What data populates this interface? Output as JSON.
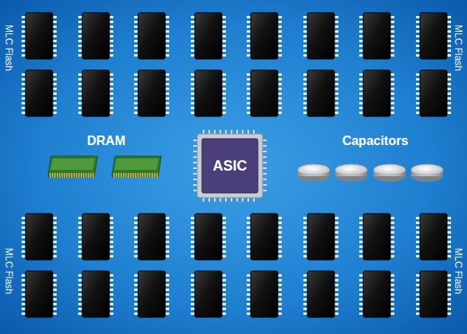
{
  "diagram": {
    "nodes": [
      {
        "text": [
          "ASIC"
        ]
      }
    ],
    "labels": [
      "DRAM",
      "Capacitors",
      "MLC Flash",
      "MLC Flash",
      "MLC Flash",
      "MLC Flash"
    ]
  }
}
